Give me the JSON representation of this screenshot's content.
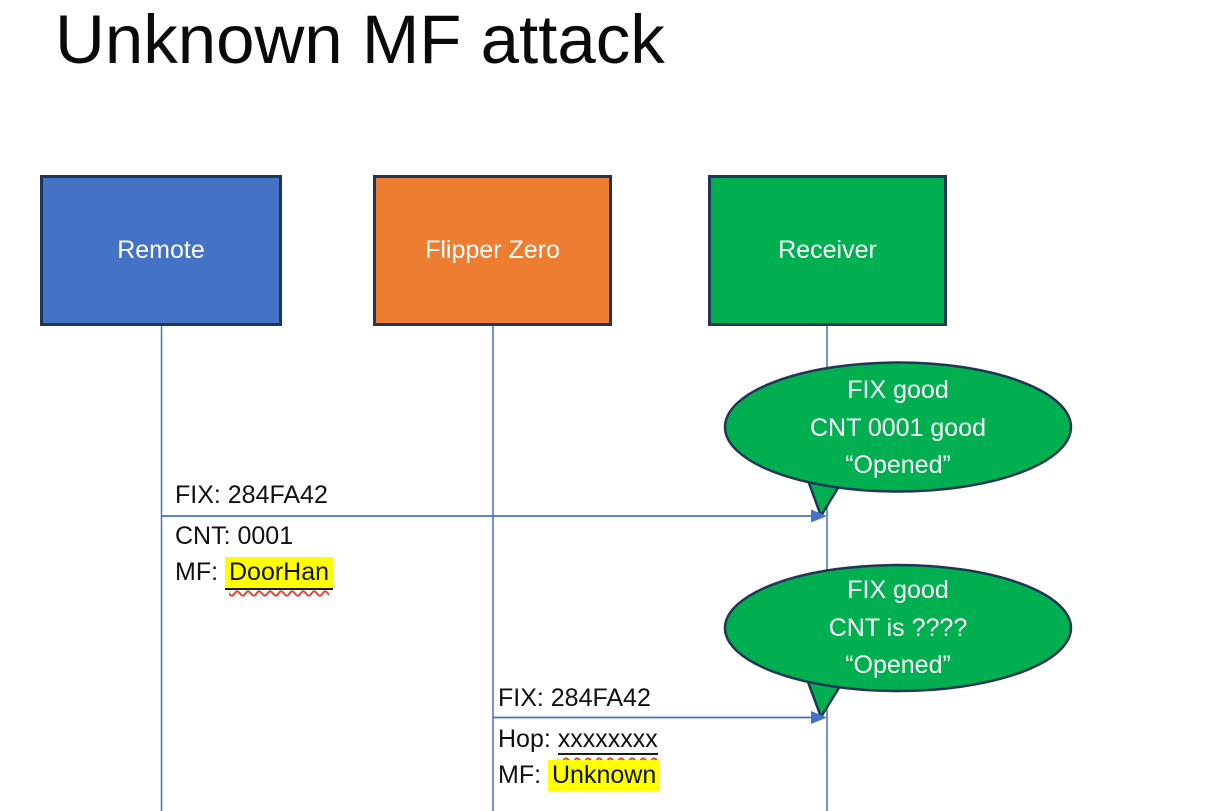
{
  "slide": {
    "title": "Unknown MF attack"
  },
  "actors": [
    {
      "label": "Remote",
      "fill": "#4472C4"
    },
    {
      "label": "Flipper Zero",
      "fill": "#ED7D31"
    },
    {
      "label": "Receiver",
      "fill": "#00B050"
    }
  ],
  "messages": {
    "m1": {
      "from": "Remote",
      "to": "Receiver",
      "above": "FIX: 284FA42",
      "below1": "CNT: 0001",
      "below2_prefix": "MF: ",
      "below2_marked": "DoorHan"
    },
    "m2": {
      "from": "Flipper Zero",
      "to": "Receiver",
      "above": "FIX: 284FA42",
      "below1_prefix": "Hop: ",
      "below1_marked": "xxxxxxxx",
      "below2_prefix": "MF: ",
      "below2_marked": "Unknown"
    }
  },
  "bubbles": {
    "b1": {
      "line1": "FIX good",
      "line2": "CNT 0001 good",
      "line3": "“Opened”"
    },
    "b2": {
      "line1": "FIX good",
      "line2": "CNT is ????",
      "line3": "“Opened”"
    }
  },
  "colors": {
    "actor_blue": "#4472C4",
    "actor_orange": "#ED7D31",
    "actor_green": "#00B050",
    "shape_border_navy": "#203655",
    "connector_blue": "#4472C4",
    "highlight_yellow": "#FFFF00",
    "squiggle_red": "#E0493C",
    "bubble_fill_green": "#00B050",
    "bubble_text_white": "#FFFFFF"
  }
}
